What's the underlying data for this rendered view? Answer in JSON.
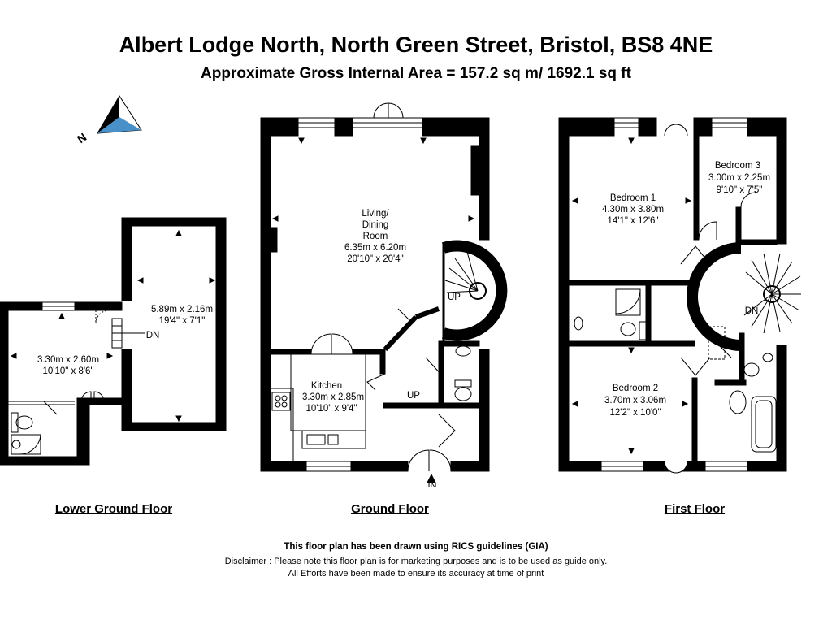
{
  "title": "Albert Lodge North, North Green Street, Bristol, BS8 4NE",
  "subtitle": "Approximate Gross Internal Area = 157.2 sq m/ 1692.1 sq ft",
  "compass": {
    "label": "N",
    "icon": "north-arrow-icon",
    "color": "#4a90c8"
  },
  "floors": {
    "lower_ground": {
      "label": "Lower Ground Floor",
      "rooms": [
        {
          "lines": [
            "5.89m x 2.16m",
            "19'4\" x 7'1\""
          ]
        },
        {
          "lines": [
            "3.30m x 2.60m",
            "10'10\" x 8'6\""
          ]
        }
      ],
      "stairs_label": "DN"
    },
    "ground": {
      "label": "Ground Floor",
      "rooms": [
        {
          "lines": [
            "Living/",
            "Dining",
            "Room",
            "6.35m x 6.20m",
            "20'10\" x 20'4\""
          ]
        },
        {
          "lines": [
            "Kitchen",
            "3.30m x 2.85m",
            "10'10\" x 9'4\""
          ]
        }
      ],
      "stairs_labels": [
        "UP",
        "UP"
      ],
      "entrance_label": "IN"
    },
    "first": {
      "label": "First Floor",
      "rooms": [
        {
          "lines": [
            "Bedroom 1",
            "4.30m x 3.80m",
            "14'1\" x 12'6\""
          ]
        },
        {
          "lines": [
            "Bedroom 3",
            "3.00m x 2.25m",
            "9'10\" x 7'5\""
          ]
        },
        {
          "lines": [
            "Bedroom 2",
            "3.70m x 3.06m",
            "12'2\" x 10'0\""
          ]
        }
      ],
      "stairs_label": "DN"
    }
  },
  "footer": {
    "line1": "This floor plan has been drawn using RICS guidelines (GIA)",
    "line2": "Disclaimer : Please note this floor plan is for marketing purposes and is to be used as guide only.",
    "line3": "All Efforts have been made to ensure its accuracy at time of print"
  }
}
